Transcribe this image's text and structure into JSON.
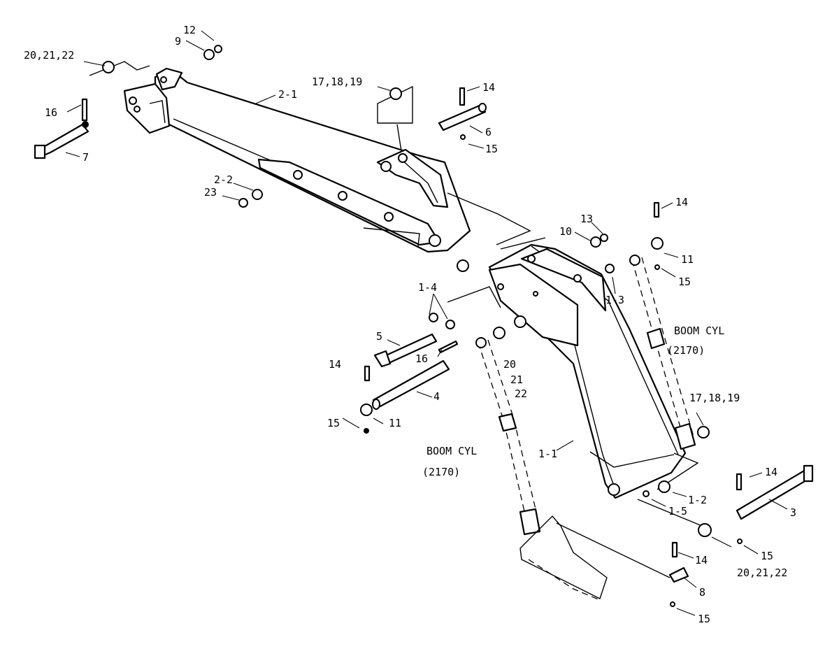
{
  "diagram": {
    "labels": [
      {
        "id": "20-21-22-top",
        "text": "20,21,22"
      },
      {
        "id": "12",
        "text": "12"
      },
      {
        "id": "9",
        "text": "9"
      },
      {
        "id": "16-left",
        "text": "16"
      },
      {
        "id": "7",
        "text": "7"
      },
      {
        "id": "2-1",
        "text": "2-1"
      },
      {
        "id": "17-18-19-top",
        "text": "17,18,19"
      },
      {
        "id": "14-top",
        "text": "14"
      },
      {
        "id": "6",
        "text": "6"
      },
      {
        "id": "15-top",
        "text": "15"
      },
      {
        "id": "2-2",
        "text": "2-2"
      },
      {
        "id": "23",
        "text": "23"
      },
      {
        "id": "13",
        "text": "13"
      },
      {
        "id": "10",
        "text": "10"
      },
      {
        "id": "14-right",
        "text": "14"
      },
      {
        "id": "11-right",
        "text": "11"
      },
      {
        "id": "15-right",
        "text": "15"
      },
      {
        "id": "1-3",
        "text": "1-3"
      },
      {
        "id": "1-4",
        "text": "1-4"
      },
      {
        "id": "5",
        "text": "5"
      },
      {
        "id": "16-mid",
        "text": "16"
      },
      {
        "id": "20",
        "text": "20"
      },
      {
        "id": "21",
        "text": "21"
      },
      {
        "id": "22",
        "text": "22"
      },
      {
        "id": "14-left",
        "text": "14"
      },
      {
        "id": "4",
        "text": "4"
      },
      {
        "id": "15-left",
        "text": "15"
      },
      {
        "id": "11-left",
        "text": "11"
      },
      {
        "id": "boom-cyl-right",
        "text": "BOOM CYL"
      },
      {
        "id": "boom-cyl-right-num",
        "text": "(2170)"
      },
      {
        "id": "17-18-19-right",
        "text": "17,18,19"
      },
      {
        "id": "boom-cyl-left",
        "text": "BOOM CYL"
      },
      {
        "id": "boom-cyl-left-num",
        "text": "(2170)"
      },
      {
        "id": "1-1",
        "text": "1-1"
      },
      {
        "id": "1-2",
        "text": "1-2"
      },
      {
        "id": "1-5",
        "text": "1-5"
      },
      {
        "id": "14-lower",
        "text": "14"
      },
      {
        "id": "3",
        "text": "3"
      },
      {
        "id": "15-lower",
        "text": "15"
      },
      {
        "id": "20-21-22-lower",
        "text": "20,21,22"
      },
      {
        "id": "14-bottom",
        "text": "14"
      },
      {
        "id": "8",
        "text": "8"
      },
      {
        "id": "15-bottom",
        "text": "15"
      }
    ]
  }
}
